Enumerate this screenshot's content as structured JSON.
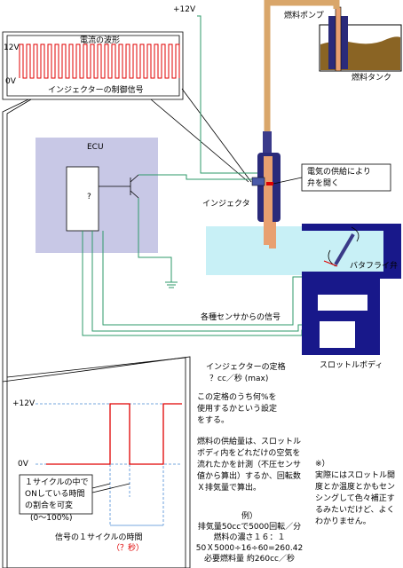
{
  "labels": {
    "supply_voltage": "+12V",
    "waveform_title": "電流の波形",
    "waveform_12v": "12V",
    "waveform_0v": "0V",
    "injector_signal": "インジェクターの制御信号",
    "ecu": "ECU",
    "ecu_unknown": "?",
    "fuel_pump": "燃料ポンプ",
    "fuel_tank": "燃料タンク",
    "power_supply_note_line1": "電気の供給により",
    "power_supply_note_line2": "弁を開く",
    "injector": "インジェクタ",
    "butterfly_valve": "バタフライ弁",
    "sensor_signals": "各種センサからの信号",
    "throttle_body": "スロットルボディ"
  },
  "timing": {
    "plus12v": "+12V",
    "zero_v": "0V",
    "duty_note_line1": "１サイクルの中で",
    "duty_note_line2": "ONしている時間",
    "duty_note_line3": "の割合を可変",
    "duty_range": "(0～100%)",
    "cycle_time": "信号の１サイクルの時間",
    "cycle_seconds": "（？秒）"
  },
  "explanation": {
    "rating_title": "インジェクターの定格",
    "rating_value": "？cc／秒 (max)",
    "duty_setting_line1": "この定格のうち何%を",
    "duty_setting_line2": "使用するかという設定",
    "duty_setting_line3": "をする。",
    "supply_amount_text": "燃料の供給量は、スロットルボディ内をどれだけの空気を流れたかを計測（不圧センサ値から算出）するか、回転数Ｘ排気量で算出。",
    "example_title": "例）",
    "example_line1": "排気量50ccで5000回転／分",
    "example_line2": "燃料の濃さ１６：１",
    "example_line3": "50Ｘ5000÷16÷60=260.42",
    "example_line4": "必要燃料量 約260cc／秒"
  },
  "side_note": {
    "marker": "※）",
    "text": "実際にはスロットル開度とか温度とかもセンシングして色々補正するみたいだけど、よくわかりません。"
  }
}
